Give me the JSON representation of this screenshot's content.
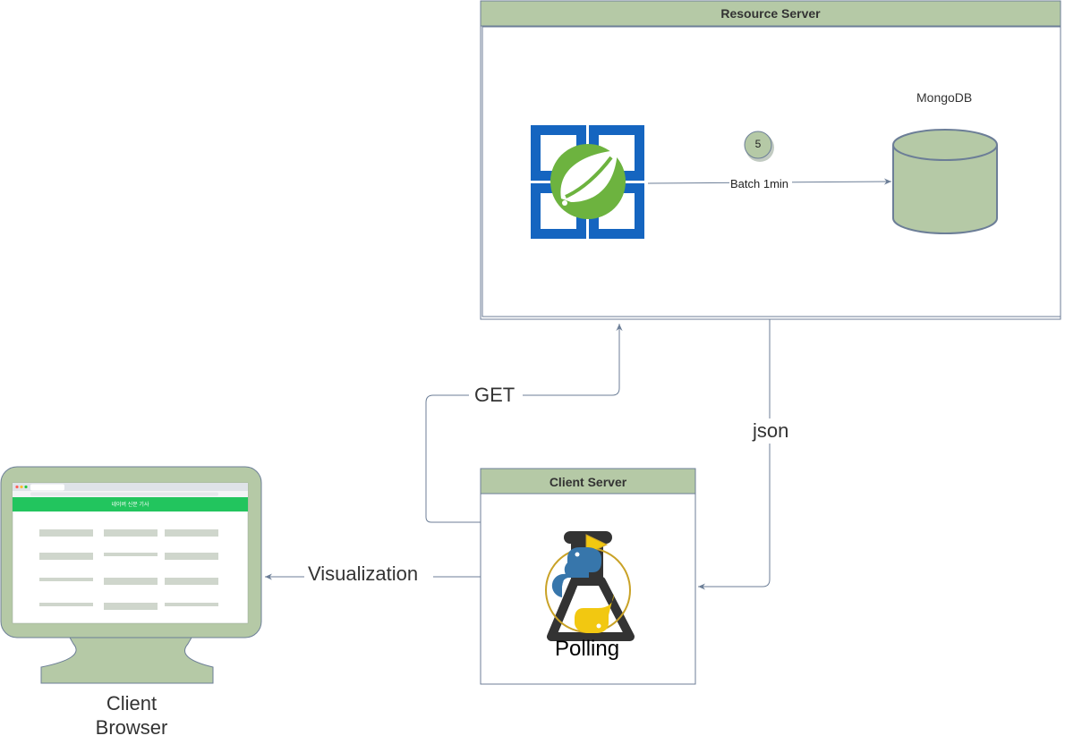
{
  "resource_server": {
    "title": "Resource Server",
    "mongodb_label": "MongoDB",
    "step_badge": "5",
    "batch_label": "Batch 1min"
  },
  "client_server": {
    "title": "Client Server",
    "polling_label": "Polling"
  },
  "edges": {
    "get_label": "GET",
    "json_label": "json",
    "visualization_label": "Visualization"
  },
  "client_browser": {
    "label_line1": "Client",
    "label_line2": "Browser",
    "app_banner": "네이버 신문 기사"
  },
  "colors": {
    "node_fill": "#b5c9a6",
    "node_stroke": "#6c7e97",
    "edge": "#6c7e97",
    "banner_green": "#22c55e",
    "spring_green": "#6db33f",
    "azure_blue": "#1565c0"
  }
}
